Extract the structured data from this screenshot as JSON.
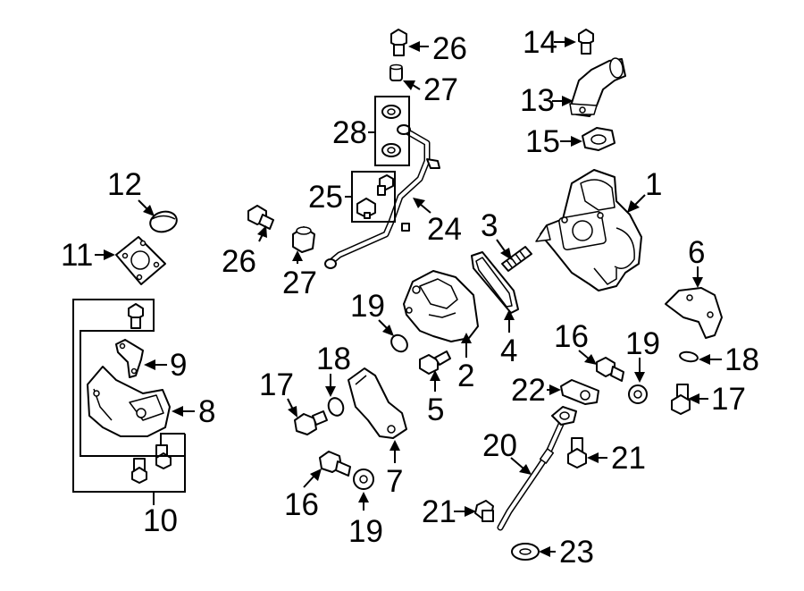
{
  "diagram": {
    "callouts": [
      {
        "id": "c1",
        "text": "1"
      },
      {
        "id": "c2",
        "text": "2"
      },
      {
        "id": "c3",
        "text": "3"
      },
      {
        "id": "c4",
        "text": "4"
      },
      {
        "id": "c5",
        "text": "5"
      },
      {
        "id": "c6",
        "text": "6"
      },
      {
        "id": "c7",
        "text": "7"
      },
      {
        "id": "c8",
        "text": "8"
      },
      {
        "id": "c9",
        "text": "9"
      },
      {
        "id": "c10",
        "text": "10"
      },
      {
        "id": "c11",
        "text": "11"
      },
      {
        "id": "c12",
        "text": "12"
      },
      {
        "id": "c13",
        "text": "13"
      },
      {
        "id": "c14",
        "text": "14"
      },
      {
        "id": "c15",
        "text": "15"
      },
      {
        "id": "c16a",
        "text": "16"
      },
      {
        "id": "c16b",
        "text": "16"
      },
      {
        "id": "c17a",
        "text": "17"
      },
      {
        "id": "c17b",
        "text": "17"
      },
      {
        "id": "c18a",
        "text": "18"
      },
      {
        "id": "c18b",
        "text": "18"
      },
      {
        "id": "c19a",
        "text": "19"
      },
      {
        "id": "c19b",
        "text": "19"
      },
      {
        "id": "c19c",
        "text": "19"
      },
      {
        "id": "c20",
        "text": "20"
      },
      {
        "id": "c21a",
        "text": "21"
      },
      {
        "id": "c21b",
        "text": "21"
      },
      {
        "id": "c22",
        "text": "22"
      },
      {
        "id": "c23",
        "text": "23"
      },
      {
        "id": "c24",
        "text": "24"
      },
      {
        "id": "c25",
        "text": "25"
      },
      {
        "id": "c26a",
        "text": "26"
      },
      {
        "id": "c26b",
        "text": "26"
      },
      {
        "id": "c27a",
        "text": "27"
      },
      {
        "id": "c27b",
        "text": "27"
      },
      {
        "id": "c28",
        "text": "28"
      }
    ]
  }
}
